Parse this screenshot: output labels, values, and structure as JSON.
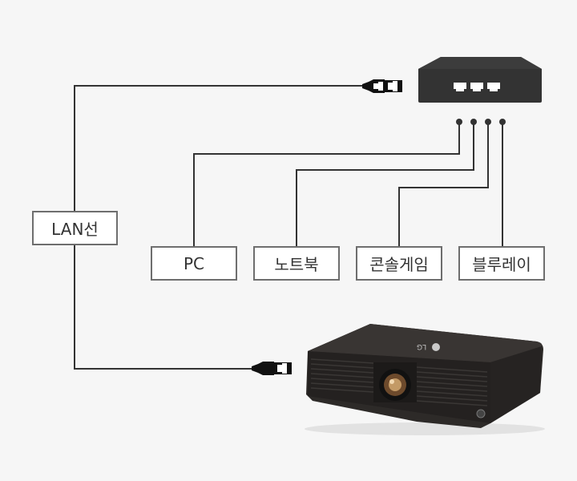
{
  "diagram": {
    "title": "LAN connection diagram",
    "cable_label": "LAN선",
    "hub": {
      "name": "network hub",
      "port_count": 3
    },
    "devices": [
      {
        "label": "PC"
      },
      {
        "label": "노트북"
      },
      {
        "label": "콘솔게임"
      },
      {
        "label": "블루레이"
      }
    ],
    "projector": {
      "brand_logo": "LG"
    },
    "colors": {
      "background": "#f6f6f6",
      "line": "#333333",
      "box_border": "#6e6e6e",
      "device_body": "#2f2f2f"
    }
  }
}
